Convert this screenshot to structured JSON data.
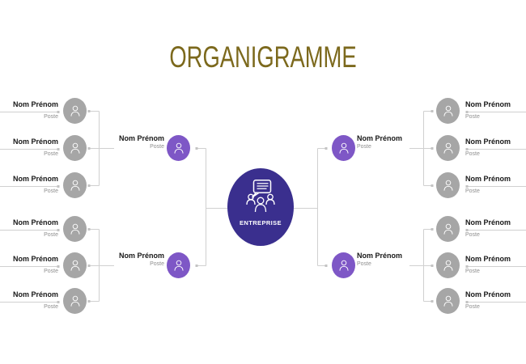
{
  "title": "ORGANIGRAMME",
  "center": {
    "label": "ENTREPRISE",
    "icon": "team-discussion-icon"
  },
  "managers": {
    "left_top": {
      "name": "Nom Prénom",
      "role": "Poste"
    },
    "left_bottom": {
      "name": "Nom Prénom",
      "role": "Poste"
    },
    "right_top": {
      "name": "Nom Prénom",
      "role": "Poste"
    },
    "right_bottom": {
      "name": "Nom Prénom",
      "role": "Poste"
    }
  },
  "employees": {
    "left": [
      {
        "name": "Nom Prénom",
        "role": "Poste"
      },
      {
        "name": "Nom Prénom",
        "role": "Poste"
      },
      {
        "name": "Nom Prénom",
        "role": "Poste"
      },
      {
        "name": "Nom Prénom",
        "role": "Poste"
      },
      {
        "name": "Nom Prénom",
        "role": "Poste"
      },
      {
        "name": "Nom Prénom",
        "role": "Poste"
      }
    ],
    "right": [
      {
        "name": "Nom Prénom",
        "role": "Poste"
      },
      {
        "name": "Nom Prénom",
        "role": "Poste"
      },
      {
        "name": "Nom Prénom",
        "role": "Poste"
      },
      {
        "name": "Nom Prénom",
        "role": "Poste"
      },
      {
        "name": "Nom Prénom",
        "role": "Poste"
      },
      {
        "name": "Nom Prénom",
        "role": "Poste"
      }
    ]
  },
  "colors": {
    "title_text": "#7c691d",
    "center_circle": "#3a2f8e",
    "manager_circle": "#7e57c6",
    "employee_circle": "#a6a6a6",
    "connector_line": "#d0d0d0",
    "name_text": "#171717",
    "role_text": "#8f8f8f",
    "background": "#ffffff"
  }
}
